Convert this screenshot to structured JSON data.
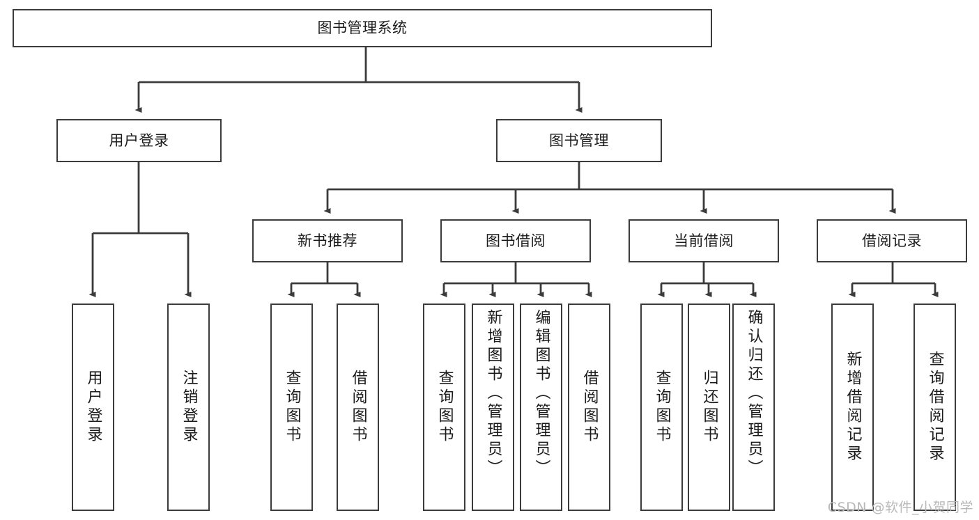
{
  "diagram": {
    "type": "tree",
    "title": "图书管理系统",
    "watermark": "CSDN @软件_小贺同学",
    "colors": {
      "stroke": "#3b3b3b",
      "fill": "#ffffff",
      "text": "#1b1b1b",
      "watermark": "#b8b8b8"
    },
    "nodes": {
      "root": {
        "label": "图书管理系统"
      },
      "l1": [
        {
          "id": "user-login",
          "label": "用户登录"
        },
        {
          "id": "book-manage",
          "label": "图书管理"
        }
      ],
      "l2": [
        {
          "id": "new-book-recommend",
          "label": "新书推荐"
        },
        {
          "id": "book-borrow",
          "label": "图书借阅"
        },
        {
          "id": "current-borrow",
          "label": "当前借阅"
        },
        {
          "id": "borrow-record",
          "label": "借阅记录"
        }
      ],
      "leaves": [
        {
          "id": "leaf-user-login",
          "label": "用户登录",
          "parent": "user-login"
        },
        {
          "id": "leaf-user-logout",
          "label": "注销登录",
          "parent": "user-login"
        },
        {
          "id": "leaf-query-book-1",
          "label": "查询图书",
          "parent": "new-book-recommend"
        },
        {
          "id": "leaf-borrow-book-1",
          "label": "借阅图书",
          "parent": "new-book-recommend"
        },
        {
          "id": "leaf-query-book-2",
          "label": "查询图书",
          "parent": "book-borrow"
        },
        {
          "id": "leaf-add-book",
          "label": "新增图书（管理员）",
          "parent": "book-borrow"
        },
        {
          "id": "leaf-edit-book",
          "label": "编辑图书（管理员）",
          "parent": "book-borrow"
        },
        {
          "id": "leaf-borrow-book-2",
          "label": "借阅图书",
          "parent": "book-borrow"
        },
        {
          "id": "leaf-query-book-3",
          "label": "查询图书",
          "parent": "current-borrow"
        },
        {
          "id": "leaf-return-book",
          "label": "归还图书",
          "parent": "current-borrow"
        },
        {
          "id": "leaf-confirm-return",
          "label": "确认归还（管理员）",
          "parent": "current-borrow"
        },
        {
          "id": "leaf-add-record",
          "label": "新增借阅记录",
          "parent": "borrow-record"
        },
        {
          "id": "leaf-query-record",
          "label": "查询借阅记录",
          "parent": "borrow-record"
        }
      ]
    }
  }
}
